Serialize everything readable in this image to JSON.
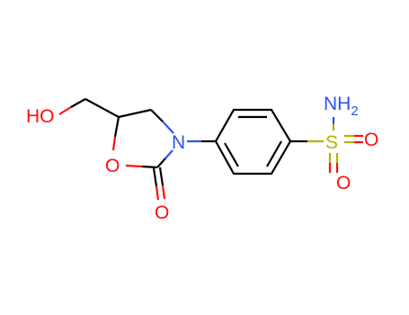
{
  "structure": {
    "atoms": {
      "hydroxyl": {
        "text": "HO",
        "color": "#ff0d0d"
      },
      "ring_oxygen": {
        "text": "O",
        "color": "#ff0d0d"
      },
      "carbonyl_oxygen": {
        "text": "O",
        "color": "#ff0d0d"
      },
      "ring_nitrogen": {
        "text": "N",
        "color": "#3050f8"
      },
      "amine": {
        "text": "NH",
        "subscript": "2",
        "color": "#3050f8"
      },
      "sulfur": {
        "text": "S",
        "color": "#b2b200"
      },
      "sulfonyl_oxygen_1": {
        "text": "O",
        "color": "#ff0d0d"
      },
      "sulfonyl_oxygen_2": {
        "text": "O",
        "color": "#ff0d0d"
      }
    },
    "bond_color": "#000000"
  }
}
